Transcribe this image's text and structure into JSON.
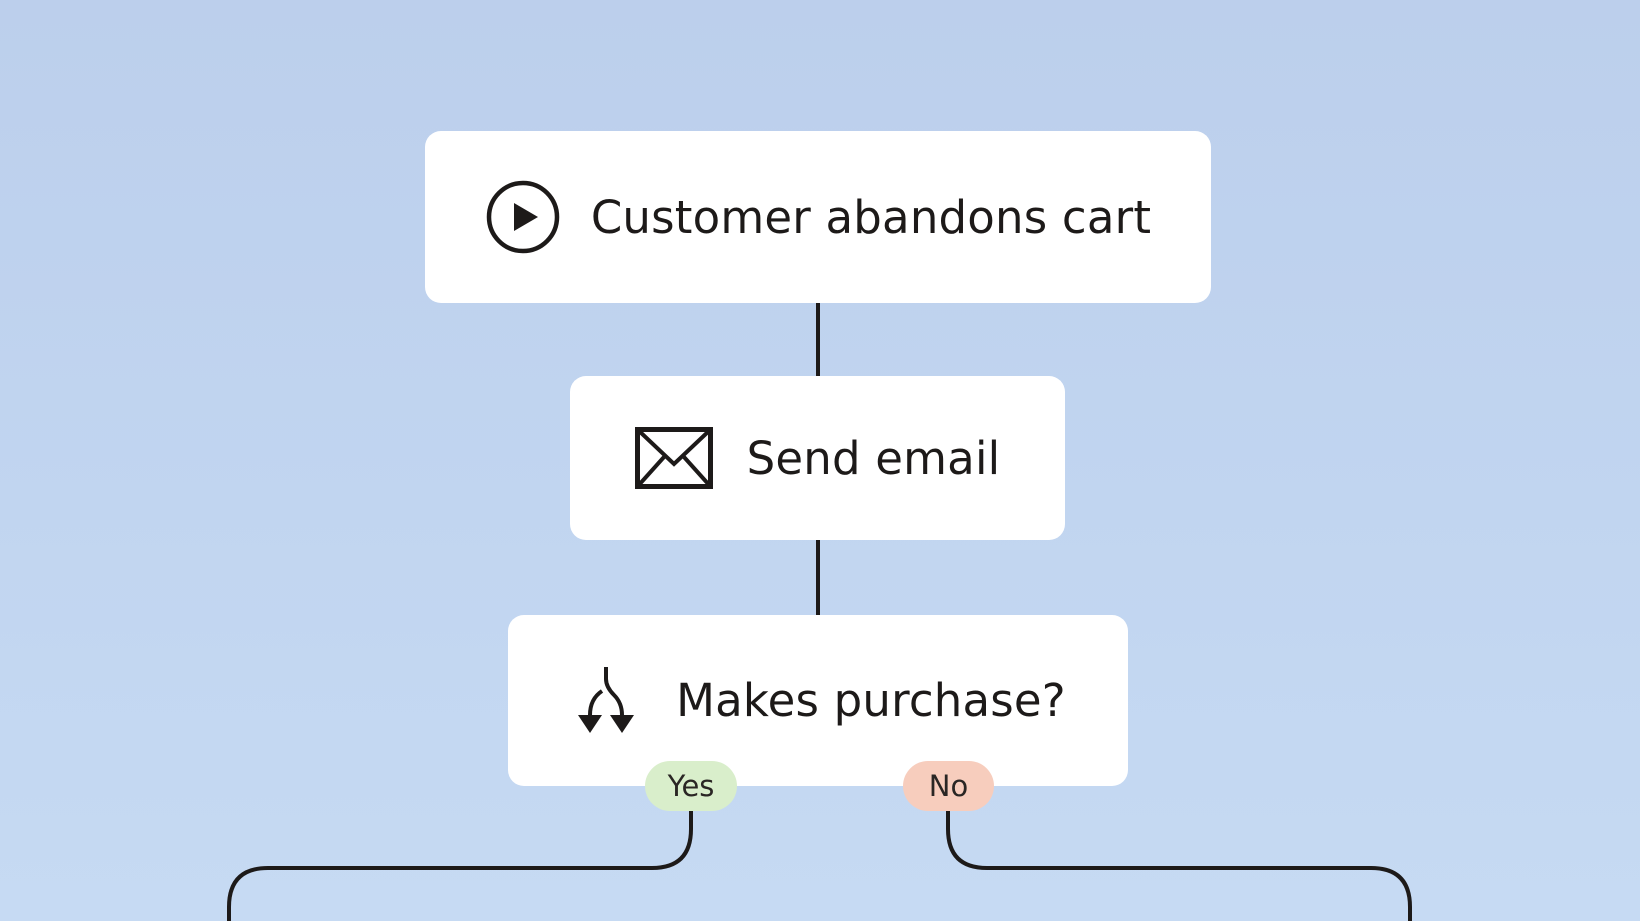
{
  "diagram": {
    "trigger": {
      "label": "Customer abandons cart",
      "icon": "play-circle-icon"
    },
    "action": {
      "label": "Send email",
      "icon": "envelope-icon"
    },
    "condition": {
      "label": "Makes purchase?",
      "icon": "split-arrows-icon"
    },
    "branches": {
      "yes": "Yes",
      "no": "No"
    }
  },
  "colors": {
    "background": "#bfd2ee",
    "node": "#ffffff",
    "text": "#1d1a19",
    "connector": "#1d1a19",
    "yes_pill": "#d9eecb",
    "no_pill": "#f7cdbd"
  }
}
